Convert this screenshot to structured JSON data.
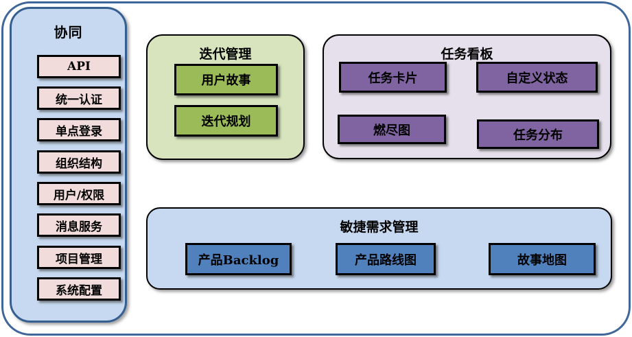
{
  "sidebar": {
    "title": "协同",
    "items": [
      "API",
      "统一认证",
      "单点登录",
      "组织结构",
      "用户/权限",
      "消息服务",
      "项目管理",
      "系统配置"
    ]
  },
  "iteration": {
    "title": "迭代管理",
    "items": [
      "用户故事",
      "迭代规划"
    ]
  },
  "taskboard": {
    "title": "任务看板",
    "items": [
      "任务卡片",
      "自定义状态",
      "燃尽图",
      "任务分布"
    ]
  },
  "requirements": {
    "title": "敏捷需求管理",
    "items": [
      "产品Backlog",
      "产品路线图",
      "故事地图"
    ]
  },
  "colors": {
    "frame_border": "#40679a",
    "sidebar_fill": "#c6d9f0",
    "sidebar_border": "#365f91",
    "sidebar_item_fill": "#f2dcdb",
    "iteration_fill": "#d7e4bd",
    "iteration_item_fill": "#9bbb59",
    "taskboard_fill": "#e6e0ec",
    "taskboard_item_fill": "#8064a2",
    "requirements_fill": "#c6d9f0",
    "requirements_item_fill": "#5181bd",
    "node_border": "#000000",
    "text": "#000000"
  }
}
